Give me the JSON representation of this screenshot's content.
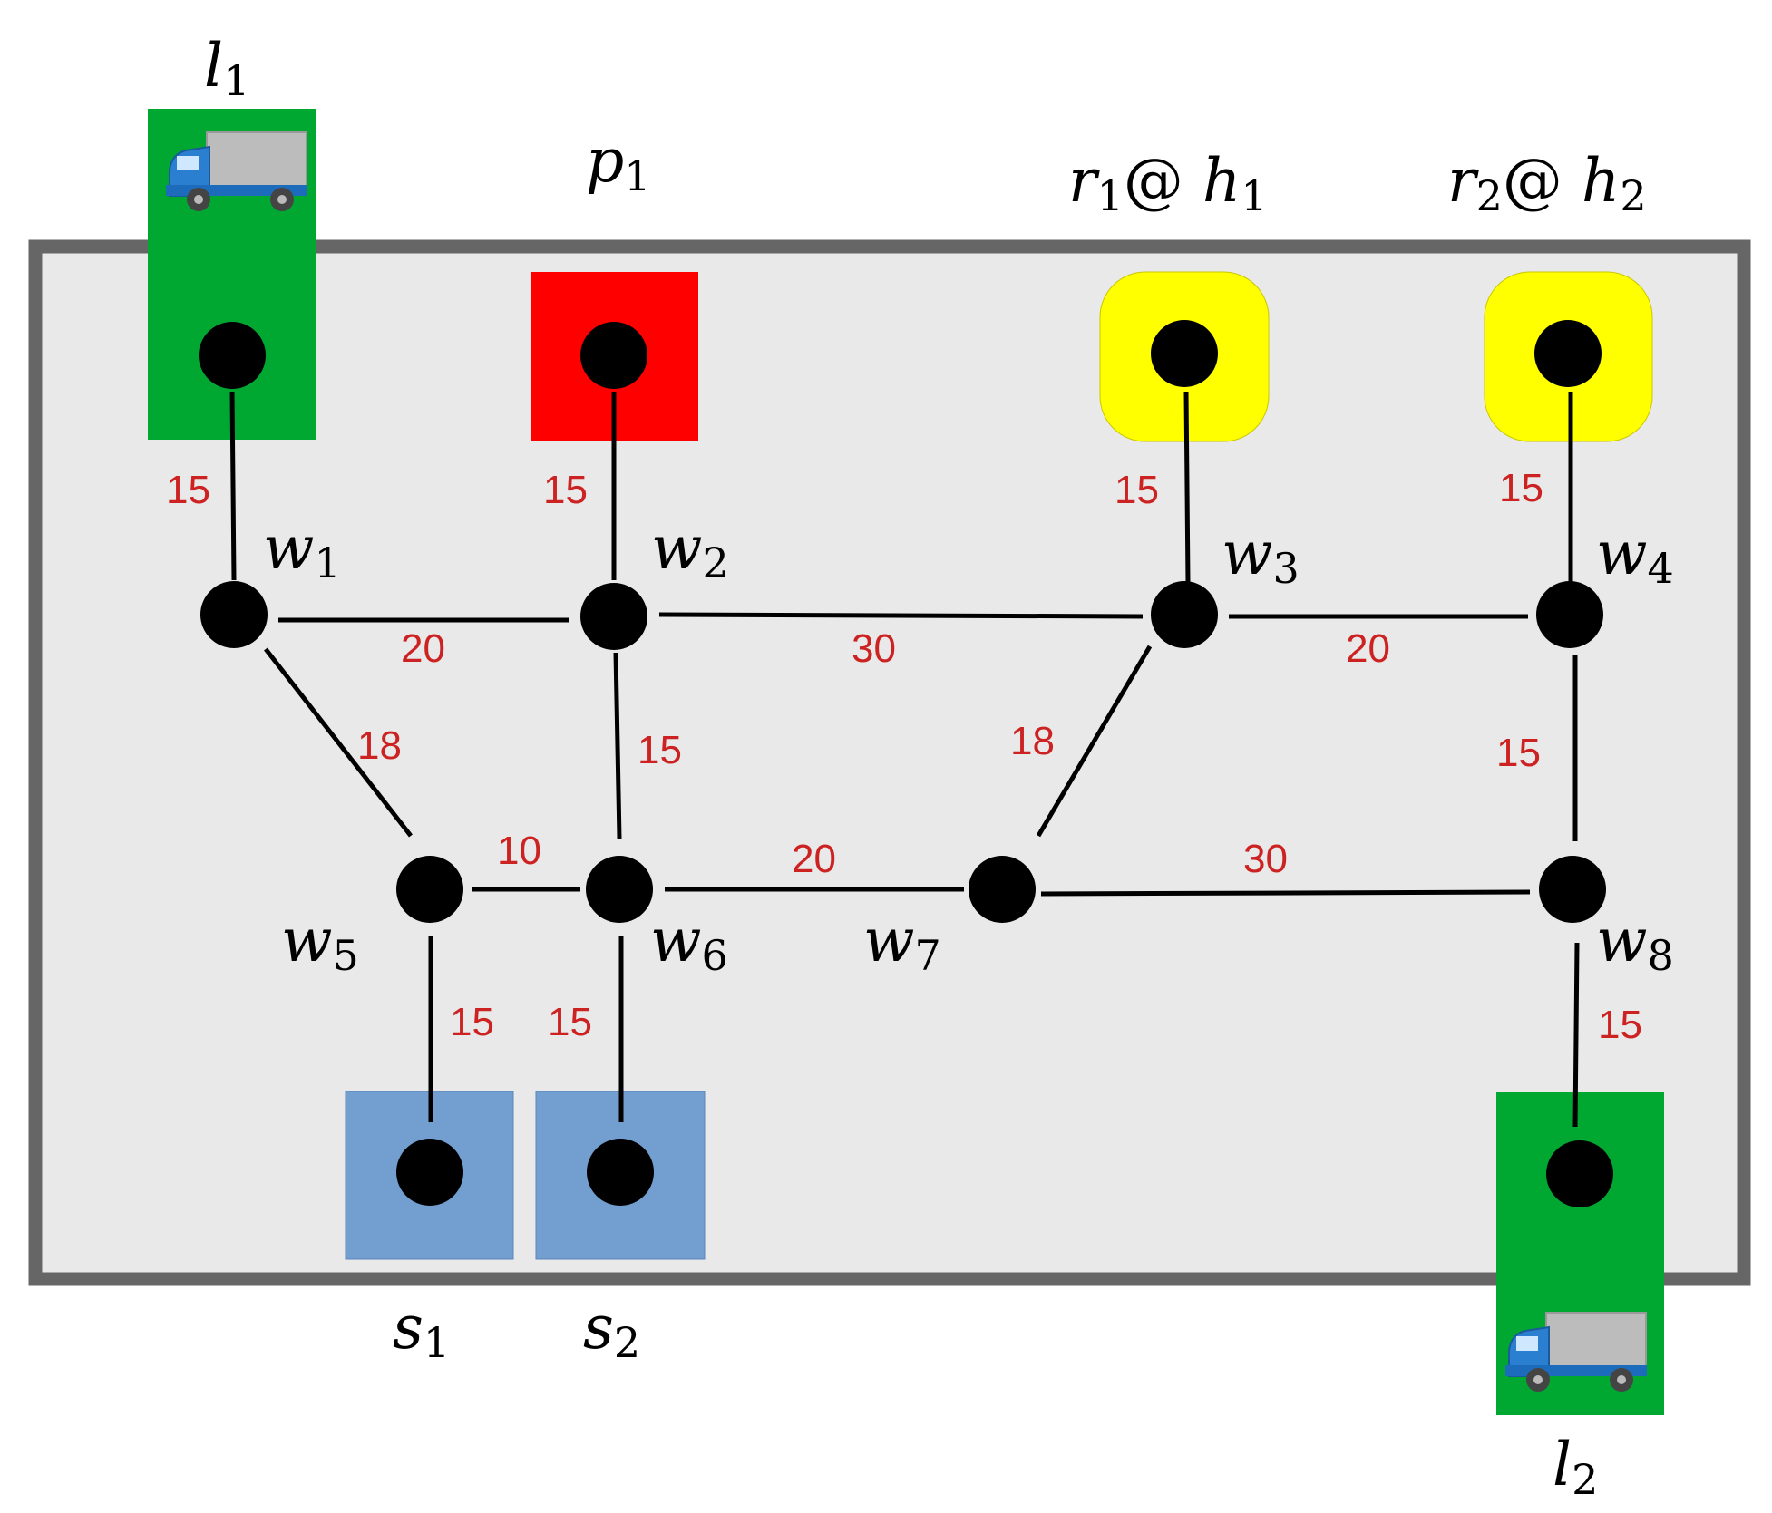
{
  "colors": {
    "frame_fill": "#e9e9e9",
    "frame_stroke": "#666666",
    "truck_zone": "#00a832",
    "red_zone": "#ff0000",
    "yellow_zone": "#ffff00",
    "blue_zone": "#729fcf",
    "node": "#000000",
    "edge": "#000000",
    "weight_text": "#cc2222"
  },
  "icons": [
    "truck-icon"
  ],
  "labels": {
    "l1": {
      "base": "l",
      "sub": "1",
      "suffix": ""
    },
    "l2": {
      "base": "l",
      "sub": "2",
      "suffix": ""
    },
    "p1": {
      "base": "p",
      "sub": "1",
      "suffix": ""
    },
    "r1h1": {
      "base": "r",
      "sub": "1",
      "suffix": "@ ",
      "base2": "h",
      "sub2": "1"
    },
    "r2h2": {
      "base": "r",
      "sub": "2",
      "suffix": "@ ",
      "base2": "h",
      "sub2": "2"
    },
    "s1": {
      "base": "s",
      "sub": "1",
      "suffix": ""
    },
    "s2": {
      "base": "s",
      "sub": "2",
      "suffix": ""
    },
    "w1": {
      "base": "w",
      "sub": "1",
      "suffix": ""
    },
    "w2": {
      "base": "w",
      "sub": "2",
      "suffix": ""
    },
    "w3": {
      "base": "w",
      "sub": "3",
      "suffix": ""
    },
    "w4": {
      "base": "w",
      "sub": "4",
      "suffix": ""
    },
    "w5": {
      "base": "w",
      "sub": "5",
      "suffix": ""
    },
    "w6": {
      "base": "w",
      "sub": "6",
      "suffix": ""
    },
    "w7": {
      "base": "w",
      "sub": "7",
      "suffix": ""
    },
    "w8": {
      "base": "w",
      "sub": "8",
      "suffix": ""
    }
  },
  "edges": [
    {
      "from": "l1",
      "to": "w1",
      "weight": "15"
    },
    {
      "from": "p1",
      "to": "w2",
      "weight": "15"
    },
    {
      "from": "h1",
      "to": "w3",
      "weight": "15"
    },
    {
      "from": "h2",
      "to": "w4",
      "weight": "15"
    },
    {
      "from": "w1",
      "to": "w2",
      "weight": "20"
    },
    {
      "from": "w2",
      "to": "w3",
      "weight": "30"
    },
    {
      "from": "w3",
      "to": "w4",
      "weight": "20"
    },
    {
      "from": "w1",
      "to": "w5",
      "weight": "18"
    },
    {
      "from": "w2",
      "to": "w6",
      "weight": "15"
    },
    {
      "from": "w3",
      "to": "w7",
      "weight": "18"
    },
    {
      "from": "w4",
      "to": "w8",
      "weight": "15"
    },
    {
      "from": "w5",
      "to": "w6",
      "weight": "10"
    },
    {
      "from": "w6",
      "to": "w7",
      "weight": "20"
    },
    {
      "from": "w7",
      "to": "w8",
      "weight": "30"
    },
    {
      "from": "w5",
      "to": "s1",
      "weight": "15"
    },
    {
      "from": "w6",
      "to": "s2",
      "weight": "15"
    },
    {
      "from": "w8",
      "to": "l2",
      "weight": "15"
    }
  ]
}
